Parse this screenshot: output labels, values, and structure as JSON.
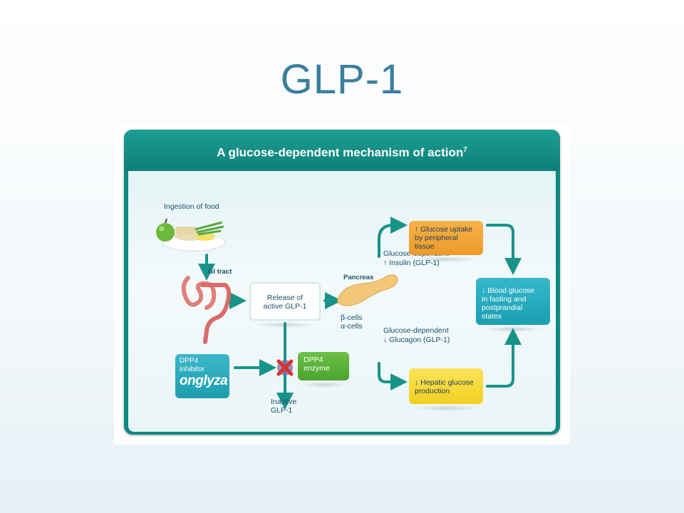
{
  "slide": {
    "title": "GLP-1"
  },
  "figure": {
    "header": "A glucose-dependent mechanism of action",
    "header_ref": "7",
    "ingestion": "Ingestion of food",
    "gi_tract": "GI tract",
    "pancreas": "Pancreas",
    "release": [
      "Release of",
      "active GLP-1"
    ],
    "beta_cells": "β-cells",
    "alpha_cells": "α-cells",
    "insulin": [
      "Glucose-dependent",
      "Insulin (GLP-1)"
    ],
    "glucagon": [
      "Glucose-dependent",
      "Glucagon (GLP-1)"
    ],
    "glucose_uptake": [
      "Glucose uptake",
      "by peripheral tissue"
    ],
    "blood_glucose": [
      "Blood glucose",
      "in fasting and",
      "postprandial states"
    ],
    "hepatic": [
      "Hepatic glucose",
      "production"
    ],
    "dpp4_inhibitor": [
      "DPP4",
      "inhibitor"
    ],
    "brand": "onglyza",
    "dpp4_enzyme": [
      "DPP4",
      "enzyme"
    ],
    "inactive": [
      "Inactive",
      "GLP-1"
    ]
  },
  "colors": {
    "teal": "#0f8a82",
    "title_blue": "#3b7f9e",
    "orange": "#ee9a28",
    "yellow": "#f2cf20",
    "cyan": "#1a9fb3",
    "green": "#4aa42e",
    "red_x": "#d7342b"
  },
  "icons": [
    "food-plate-icon",
    "intestine-icon",
    "pancreas-icon",
    "block-x-icon"
  ]
}
